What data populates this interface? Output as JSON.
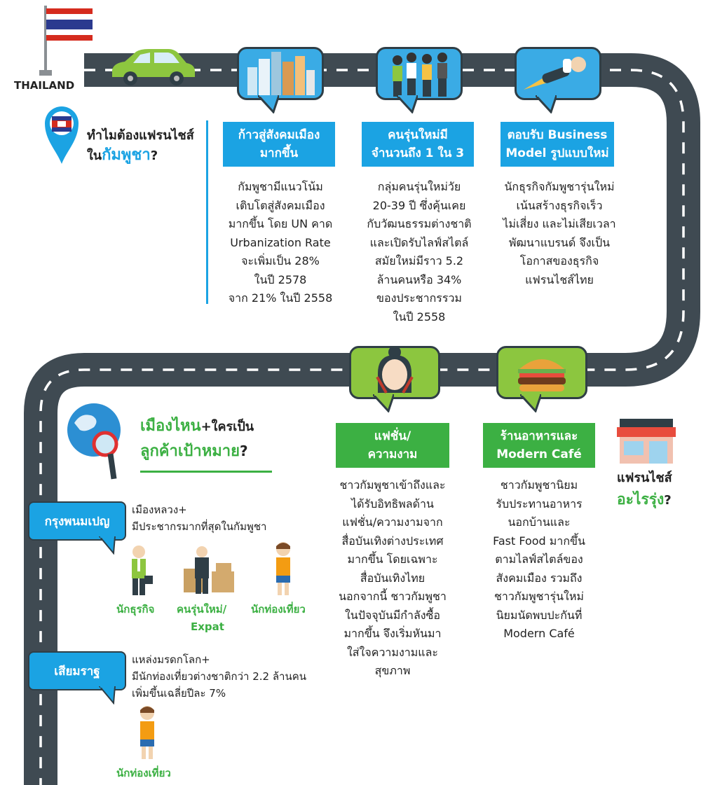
{
  "header": {
    "country_label": "THAILAND"
  },
  "why": {
    "line1": "ทำไมต้องแฟรนไชส์",
    "line2_prefix": "ใน",
    "line2_highlight": "กัมพูชา",
    "line2_suffix": "?"
  },
  "reasons": [
    {
      "title_lines": [
        "ก้าวสู่สังคมเมือง",
        "มากขึ้น"
      ],
      "body_lines": [
        "กัมพูชามีแนวโน้ม",
        "เติบโตสู่สังคมเมือง",
        "มากขึ้น โดย UN คาด",
        "Urbanization Rate",
        "จะเพิ่มเป็น 28%",
        "ในปี 2578",
        "จาก 21% ในปี 2558"
      ]
    },
    {
      "title_lines": [
        "คนรุ่นใหม่มี",
        "จำนวนถึง 1 ใน 3"
      ],
      "body_lines": [
        "กลุ่มคนรุ่นใหม่วัย",
        "20-39 ปี ซึ่งคุ้นเคย",
        "กับวัฒนธรรมต่างชาติ",
        "และเปิดรับไลฟ์สไตล์",
        "สมัยใหม่มีราว 5.2",
        "ล้านคนหรือ 34%",
        "ของประชากรรวม",
        "ในปี 2558"
      ]
    },
    {
      "title_lines": [
        "ตอบรับ Business",
        "Model รูปแบบใหม่"
      ],
      "body_lines": [
        "นักธุรกิจกัมพูชารุ่นใหม่",
        "เน้นสร้างธุรกิจเร็ว",
        "ไม่เสี่ยง และไม่เสียเวลา",
        "พัฒนาแบรนด์ จึงเป็น",
        "โอกาสของธุรกิจ",
        "แฟรนไชส์ไทย"
      ]
    }
  ],
  "target": {
    "line1_a": "เมืองไหน",
    "line1_b": "+ใครเป็น",
    "line2_a": "ลูกค้าเป้าหมาย",
    "line2_b": "?"
  },
  "cities": [
    {
      "name": "กรุงพนมเปญ",
      "desc_lines": [
        "เมืองหลวง+",
        "มีประชากรมากที่สุดในกัมพูชา"
      ],
      "people": [
        "นักธุรกิจ",
        "คนรุ่นใหม่/",
        "Expat",
        "นักท่องเที่ยว"
      ]
    },
    {
      "name": "เสียมราฐ",
      "desc_lines": [
        "แหล่งมรดกโลก+",
        "มีนักท่องเที่ยวต่างชาติกว่า 2.2 ล้านคน",
        "เพิ่มขึ้นเฉลี่ยปีละ 7%"
      ],
      "people": [
        "นักท่องเที่ยว"
      ]
    }
  ],
  "sectors": [
    {
      "title_lines": [
        "แฟชั่น/",
        "ความงาม"
      ],
      "body_lines": [
        "ชาวกัมพูชาเข้าถึงและ",
        "ได้รับอิทธิพลด้าน",
        "แฟชั่น/ความงามจาก",
        "สื่อบันเทิงต่างประเทศ",
        "มากขึ้น โดยเฉพาะ",
        "สื่อบันเทิงไทย",
        "นอกจากนี้ ชาวกัมพูชา",
        "ในปัจจุบันมีกำลังซื้อ",
        "มากขึ้น จึงเริ่มหันมา",
        "ใส่ใจความงามและ",
        "สุขภาพ"
      ]
    },
    {
      "title_lines": [
        "ร้านอาหารและ",
        "Modern Café"
      ],
      "body_lines": [
        "ชาวกัมพูชานิยม",
        "รับประทานอาหาร",
        "นอกบ้านและ",
        "Fast Food มากขึ้น",
        "ตามไลฟ์สไตล์ของ",
        "สังคมเมือง รวมถึง",
        "ชาวกัมพูชารุ่นใหม่",
        "นิยมนัดพบปะกันที่",
        "Modern Café"
      ]
    }
  ],
  "franchise_q": {
    "line1": "แฟรนไชส์",
    "line2": "อะไรรุ่ง",
    "q": "?"
  },
  "colors": {
    "road": "#3f4a52",
    "blue": "#1ba3e3",
    "green": "#3cb043",
    "lime": "#8cc63f"
  }
}
